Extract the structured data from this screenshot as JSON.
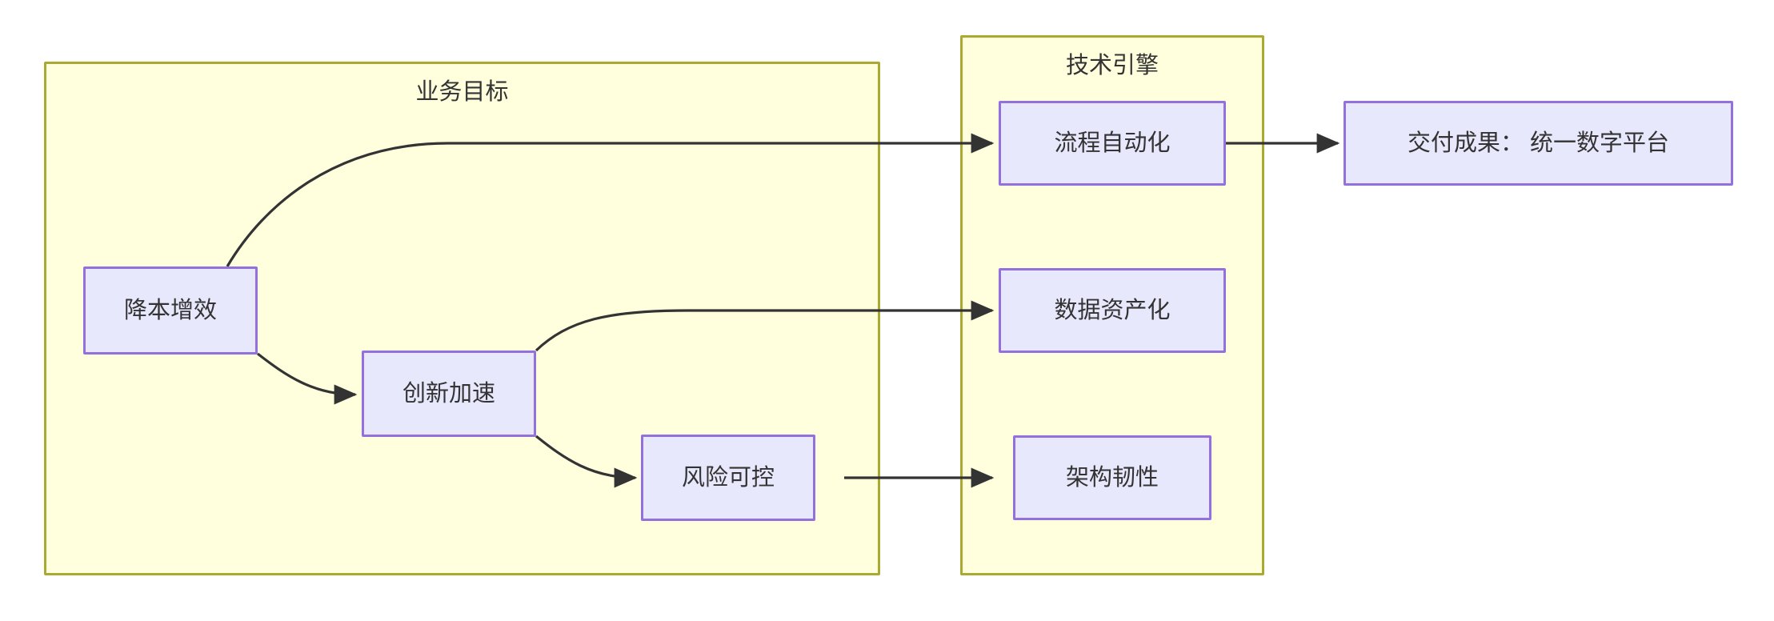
{
  "diagram": {
    "type": "flowchart",
    "direction": "left-to-right",
    "background": "#ffffff",
    "cluster_fill": "#ffffde",
    "cluster_stroke": "#aaaa33",
    "node_fill": "#e8e8fd",
    "node_stroke": "#9370db",
    "edge_stroke": "#333333",
    "text_color": "#333333"
  },
  "clusters": [
    {
      "id": "business",
      "label": "业务目标"
    },
    {
      "id": "tech",
      "label": "技术引擎"
    }
  ],
  "nodes": [
    {
      "id": "cost",
      "label": "降本增效"
    },
    {
      "id": "innovation",
      "label": "创新加速"
    },
    {
      "id": "risk",
      "label": "风险可控"
    },
    {
      "id": "automation",
      "label": "流程自动化"
    },
    {
      "id": "data",
      "label": "数据资产化"
    },
    {
      "id": "resilience",
      "label": "架构韧性"
    },
    {
      "id": "delivery",
      "label": "交付成果： 统一数字平台"
    }
  ],
  "edges": [
    {
      "from": "cost",
      "to": "automation",
      "arrow": "arrowhead"
    },
    {
      "from": "cost",
      "to": "innovation",
      "arrow": "arrowhead"
    },
    {
      "from": "innovation",
      "to": "data",
      "arrow": "arrowhead"
    },
    {
      "from": "innovation",
      "to": "risk",
      "arrow": "arrowhead"
    },
    {
      "from": "risk",
      "to": "resilience",
      "arrow": "arrowhead"
    },
    {
      "from": "automation",
      "to": "delivery",
      "arrow": "arrowhead"
    }
  ]
}
